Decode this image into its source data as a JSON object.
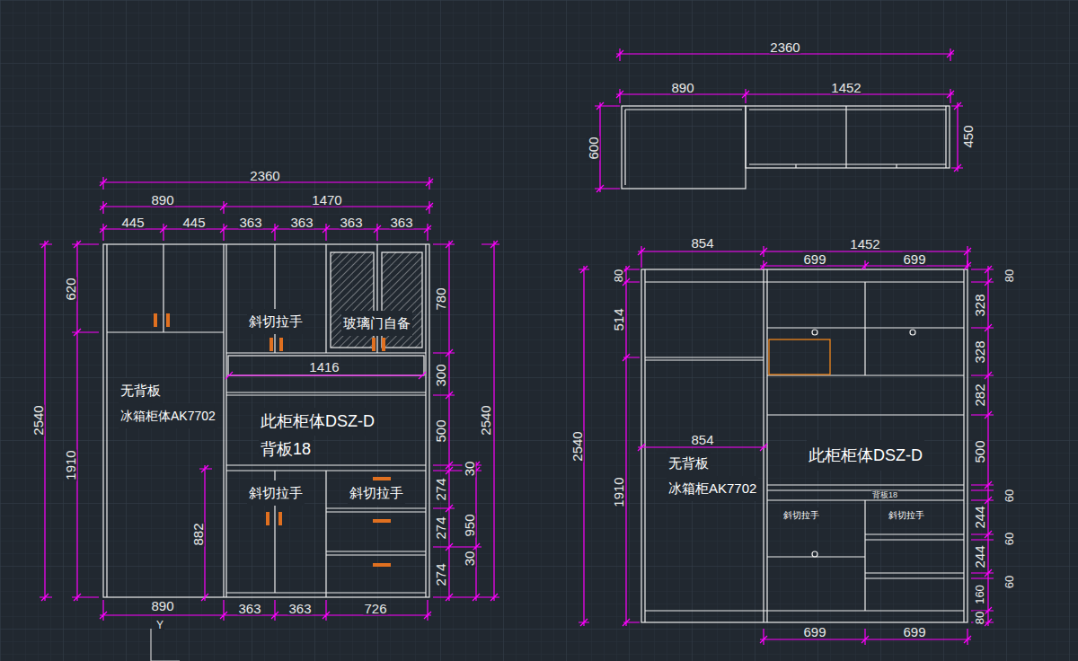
{
  "diagram": {
    "nodes": [
      {
        "text": [
          "无背板",
          "冰箱柜体AK7702"
        ]
      },
      {
        "text": [
          "斜切拉手"
        ]
      },
      {
        "text": [
          "玻璃门自备"
        ]
      },
      {
        "text": [
          "此柜柜体DSZ-D",
          "背板18"
        ]
      },
      {
        "text": [
          "斜切拉手"
        ]
      },
      {
        "text": [
          "斜切拉手"
        ]
      },
      {
        "text": [
          "无背板",
          "冰箱柜AK7702"
        ]
      },
      {
        "text": [
          "此柜柜体DSZ-D"
        ]
      },
      {
        "text": [
          "斜切拉手"
        ]
      },
      {
        "text": [
          "斜切拉手"
        ]
      }
    ],
    "labels": [
      "2360",
      "890",
      "1470",
      "445",
      "445",
      "363",
      "363",
      "363",
      "363",
      "2540",
      "620",
      "1910",
      "882",
      "1416",
      "780",
      "300",
      "500",
      "2540",
      "30",
      "274",
      "274",
      "950",
      "274",
      "30",
      "890",
      "363",
      "363",
      "726",
      "Y",
      "2360",
      "890",
      "1452",
      "600",
      "450",
      "854",
      "1452",
      "699",
      "699",
      "80",
      "514",
      "2540",
      "1910",
      "854",
      "80",
      "328",
      "328",
      "282",
      "500",
      "60",
      "244",
      "60",
      "244",
      "160",
      "60",
      "80",
      "背板18",
      "699",
      "699"
    ]
  }
}
